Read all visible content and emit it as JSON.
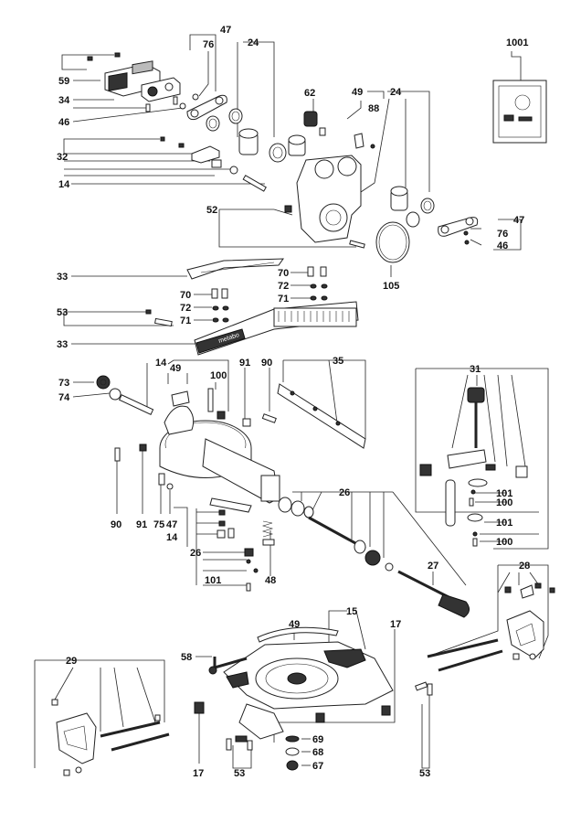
{
  "diagram": {
    "labels": {
      "l47a": "47",
      "l76a": "76",
      "l24a": "24",
      "l24b": "24",
      "l1001": "1001",
      "l59": "59",
      "l34": "34",
      "l46a": "46",
      "l62": "62",
      "l49a": "49",
      "l88": "88",
      "l32": "32",
      "l14a": "14",
      "l52": "52",
      "l47b": "47",
      "l76b": "76",
      "l46b": "46",
      "l105": "105",
      "l33a": "33",
      "l70a": "70",
      "l72a": "72",
      "l71a": "71",
      "l70b": "70",
      "l72b": "72",
      "l71b": "71",
      "l53a": "53",
      "l33b": "33",
      "l73": "73",
      "l74": "74",
      "l14b": "14",
      "l49b": "49",
      "l100a": "100",
      "l91a": "91",
      "l90a": "90",
      "l35": "35",
      "l31": "31",
      "l90b": "90",
      "l91b": "91",
      "l75": "75",
      "l47c": "47",
      "l14c": "14",
      "l26a": "26",
      "l26b": "26",
      "l101a": "101",
      "l100b": "100",
      "l101b": "101",
      "l100c": "100",
      "l48": "48",
      "l101c": "101",
      "l27": "27",
      "l28": "28",
      "l15": "15",
      "l49c": "49",
      "l17a": "17",
      "l29": "29",
      "l58": "58",
      "l69": "69",
      "l68": "68",
      "l67": "67",
      "l17b": "17",
      "l53b": "53",
      "l53c": "53"
    },
    "logo_text": "metabo"
  }
}
